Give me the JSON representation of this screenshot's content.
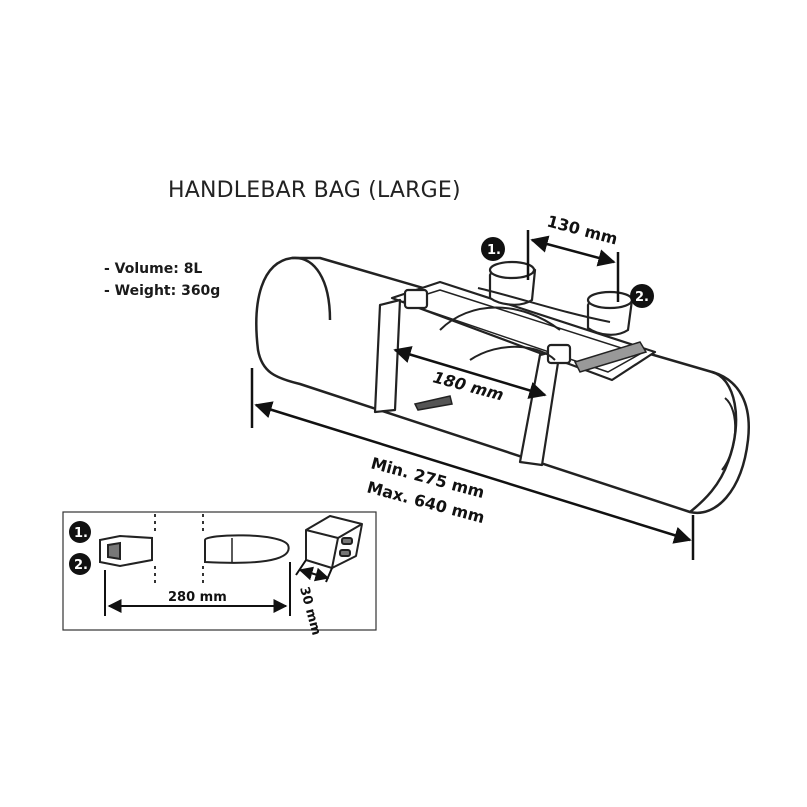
{
  "title": "HANDLEBAR BAG (LARGE)",
  "specs": [
    "- Volume: 8L",
    "- Weight: 360g"
  ],
  "dimensions": {
    "strap_spacing": "130 mm",
    "strap_width": "180 mm",
    "length_min": "Min. 275 mm",
    "length_max": "Max. 640 mm",
    "spacer_length": "280 mm",
    "spacer_depth": "30 mm"
  },
  "callouts": {
    "one": "1.",
    "two": "2.",
    "inset_one": "1.",
    "inset_two": "2."
  }
}
